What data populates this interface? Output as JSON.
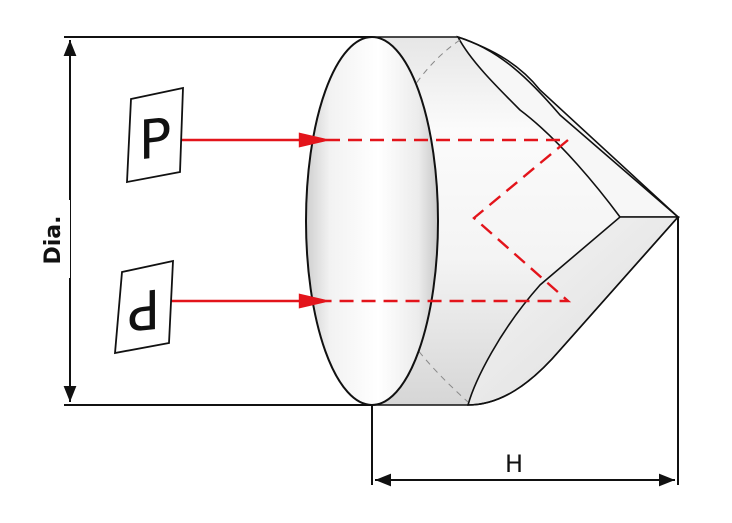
{
  "diagram": {
    "dimension_labels": {
      "diameter": "Dia.",
      "height": "H"
    },
    "input_letter": "P",
    "output_letter": "P",
    "colors": {
      "beam": "#e3141b",
      "outline": "#111111",
      "body_light": "#ffffff",
      "body_shade": "#d9d9d9",
      "hidden_line": "#8a8a8a"
    }
  }
}
